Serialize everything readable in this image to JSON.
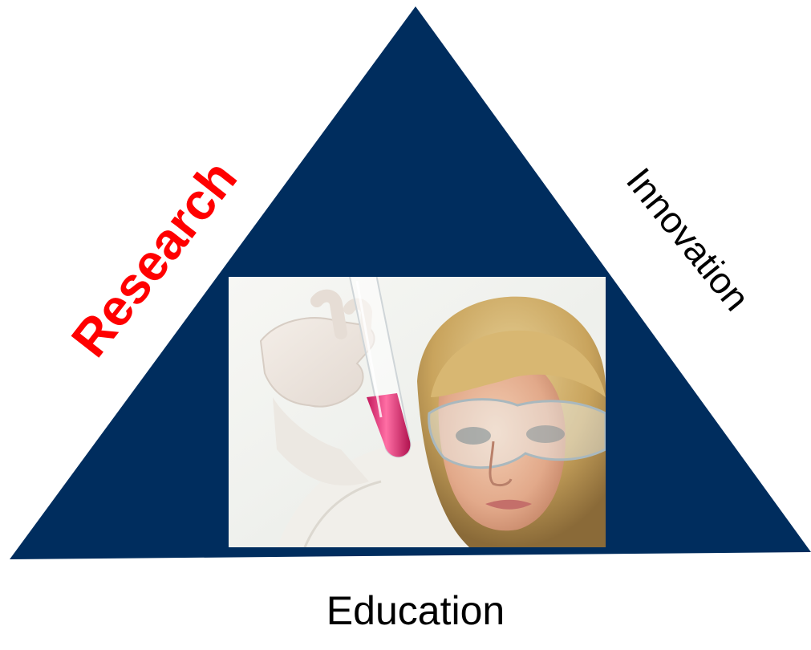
{
  "labels": {
    "research": "Research",
    "innovation": "Innovation",
    "education": "Education"
  },
  "colors": {
    "triangle_fill": "#002d5e",
    "research_text": "#ff0000",
    "innovation_text": "#000000",
    "education_text": "#000000"
  },
  "photo": {
    "subject": "scientist-holding-test-tube"
  }
}
